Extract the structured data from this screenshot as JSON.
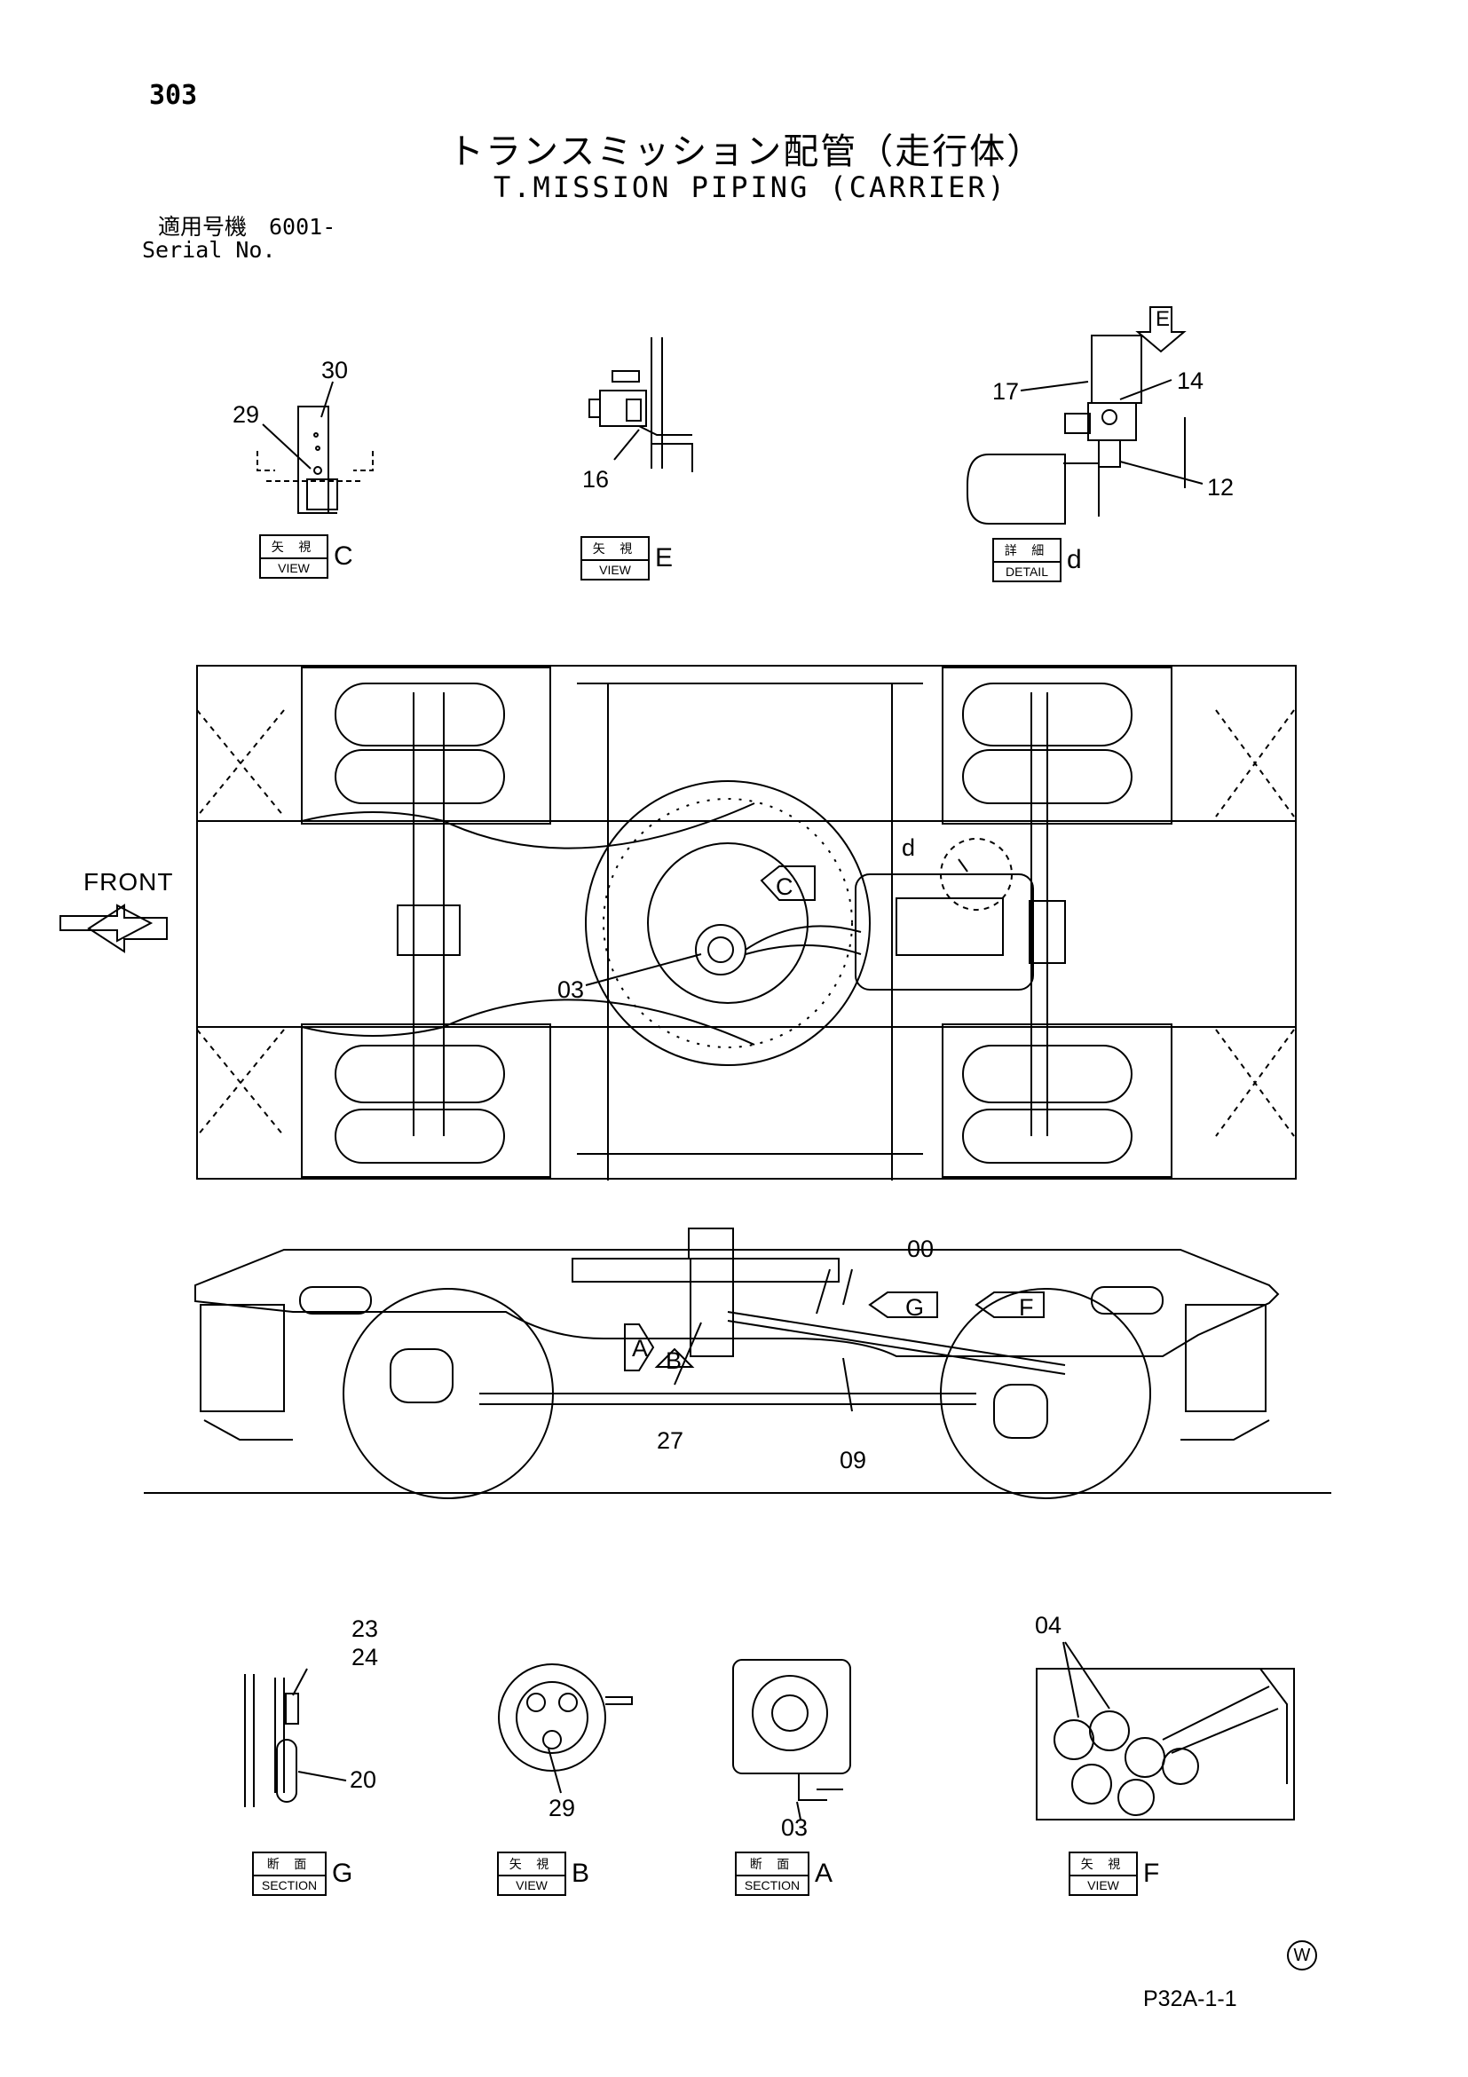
{
  "header": {
    "page_number": "303",
    "title_jp": "トランスミッション配管（走行体）",
    "title_en": "T.MISSION PIPING (CARRIER)",
    "serial_jp": "適用号機　6001-",
    "serial_en": "Serial No."
  },
  "views": [
    {
      "jp": "矢 視",
      "en": "VIEW",
      "letter": "C"
    },
    {
      "jp": "矢 視",
      "en": "VIEW",
      "letter": "E"
    },
    {
      "jp": "詳 細",
      "en": "DETAIL",
      "letter": "d"
    },
    {
      "jp": "断 面",
      "en": "SECTION",
      "letter": "G"
    },
    {
      "jp": "矢 視",
      "en": "VIEW",
      "letter": "B"
    },
    {
      "jp": "断 面",
      "en": "SECTION",
      "letter": "A"
    },
    {
      "jp": "矢 視",
      "en": "VIEW",
      "letter": "F"
    }
  ],
  "callouts": {
    "c30": "30",
    "c29a": "29",
    "c16": "16",
    "c17": "17",
    "c14": "14",
    "c12": "12",
    "cEflag": "E",
    "c03": "03",
    "cC": "C",
    "cd": "d",
    "c00": "00",
    "c27": "27",
    "c09": "09",
    "cA": "A",
    "cB": "B",
    "cG": "G",
    "cF": "F",
    "c23": "23",
    "c24": "24",
    "c20": "20",
    "c29b": "29",
    "c03b": "03",
    "c04": "04"
  },
  "front_label": "FRONT",
  "footer": {
    "mark": "W",
    "code": "P32A-1-1"
  }
}
